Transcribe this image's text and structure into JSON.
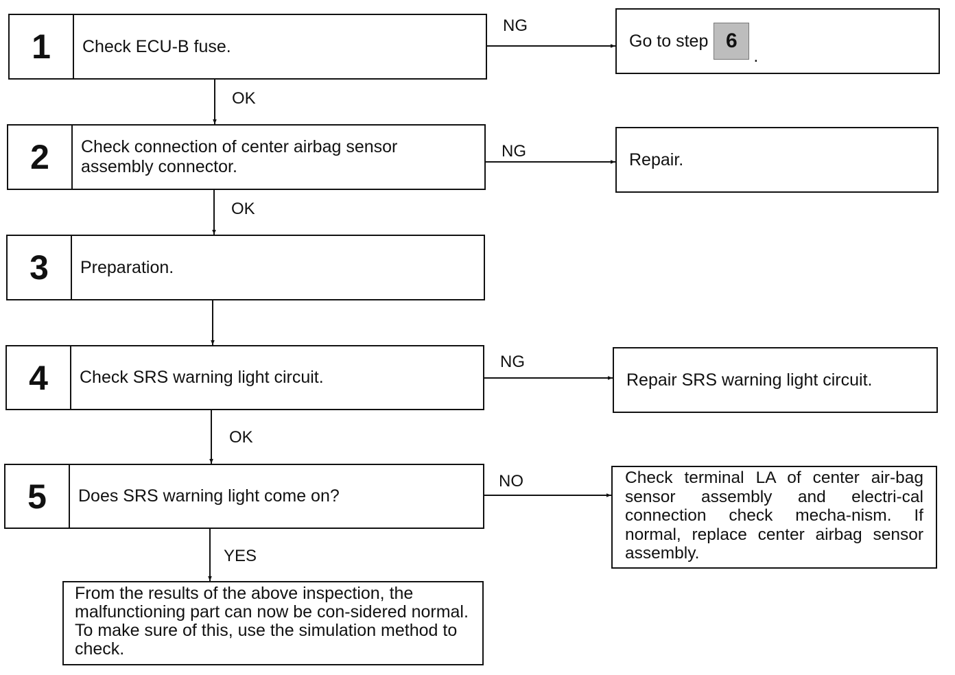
{
  "steps": [
    {
      "number": "1",
      "text": "Check ECU-B fuse."
    },
    {
      "number": "2",
      "text": "Check connection of center airbag sensor assembly connector."
    },
    {
      "number": "3",
      "text": "Preparation."
    },
    {
      "number": "4",
      "text": "Check SRS warning light circuit."
    },
    {
      "number": "5",
      "text": "Does SRS warning light come on?"
    }
  ],
  "branch_labels": {
    "ng_1": "NG",
    "ng_2": "NG",
    "ng_4": "NG",
    "no_5": "NO",
    "ok_1": "OK",
    "ok_2": "OK",
    "ok_4": "OK",
    "yes_5": "YES"
  },
  "results": {
    "goto_prefix": "Go to step",
    "goto_step": "6",
    "goto_suffix": ".",
    "repair": "Repair.",
    "repair_srs": "Repair SRS warning light circuit.",
    "check_terminal": "Check terminal LA of center air-bag sensor assembly and electri-cal connection check mecha-nism. If normal, replace center airbag sensor assembly."
  },
  "final_note": "From the results of the above inspection, the malfunctioning part can now be con-sidered normal. To make sure of this, use the simulation method to check."
}
